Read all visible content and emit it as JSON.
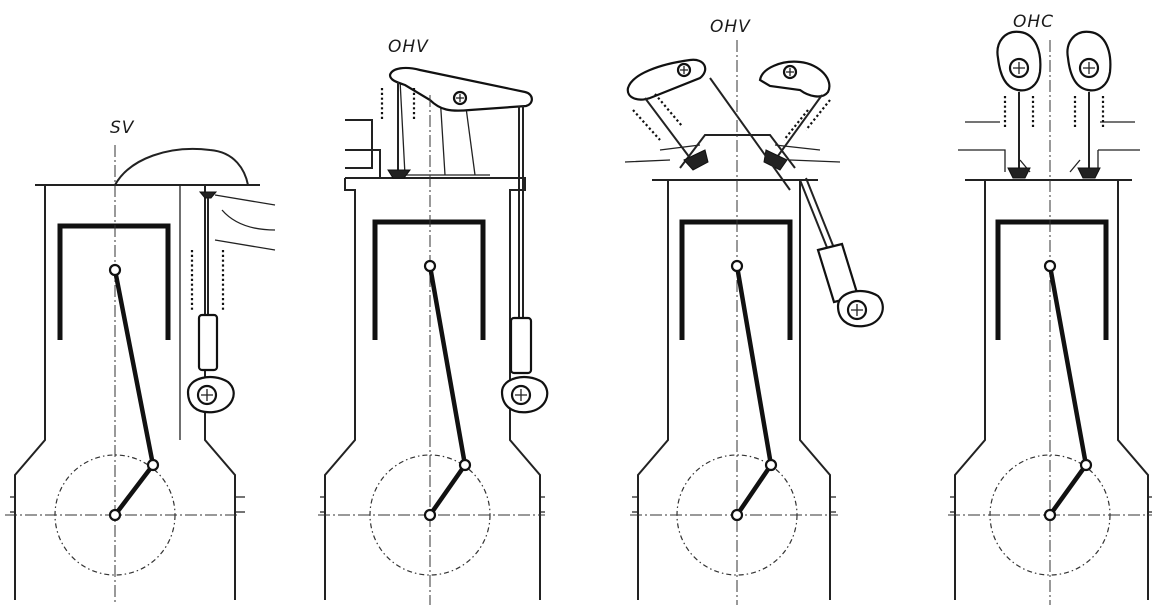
{
  "figure": {
    "engines": [
      {
        "label": "SV"
      },
      {
        "label": "OHV"
      },
      {
        "label": "OHV"
      },
      {
        "label": "OHC"
      }
    ]
  }
}
